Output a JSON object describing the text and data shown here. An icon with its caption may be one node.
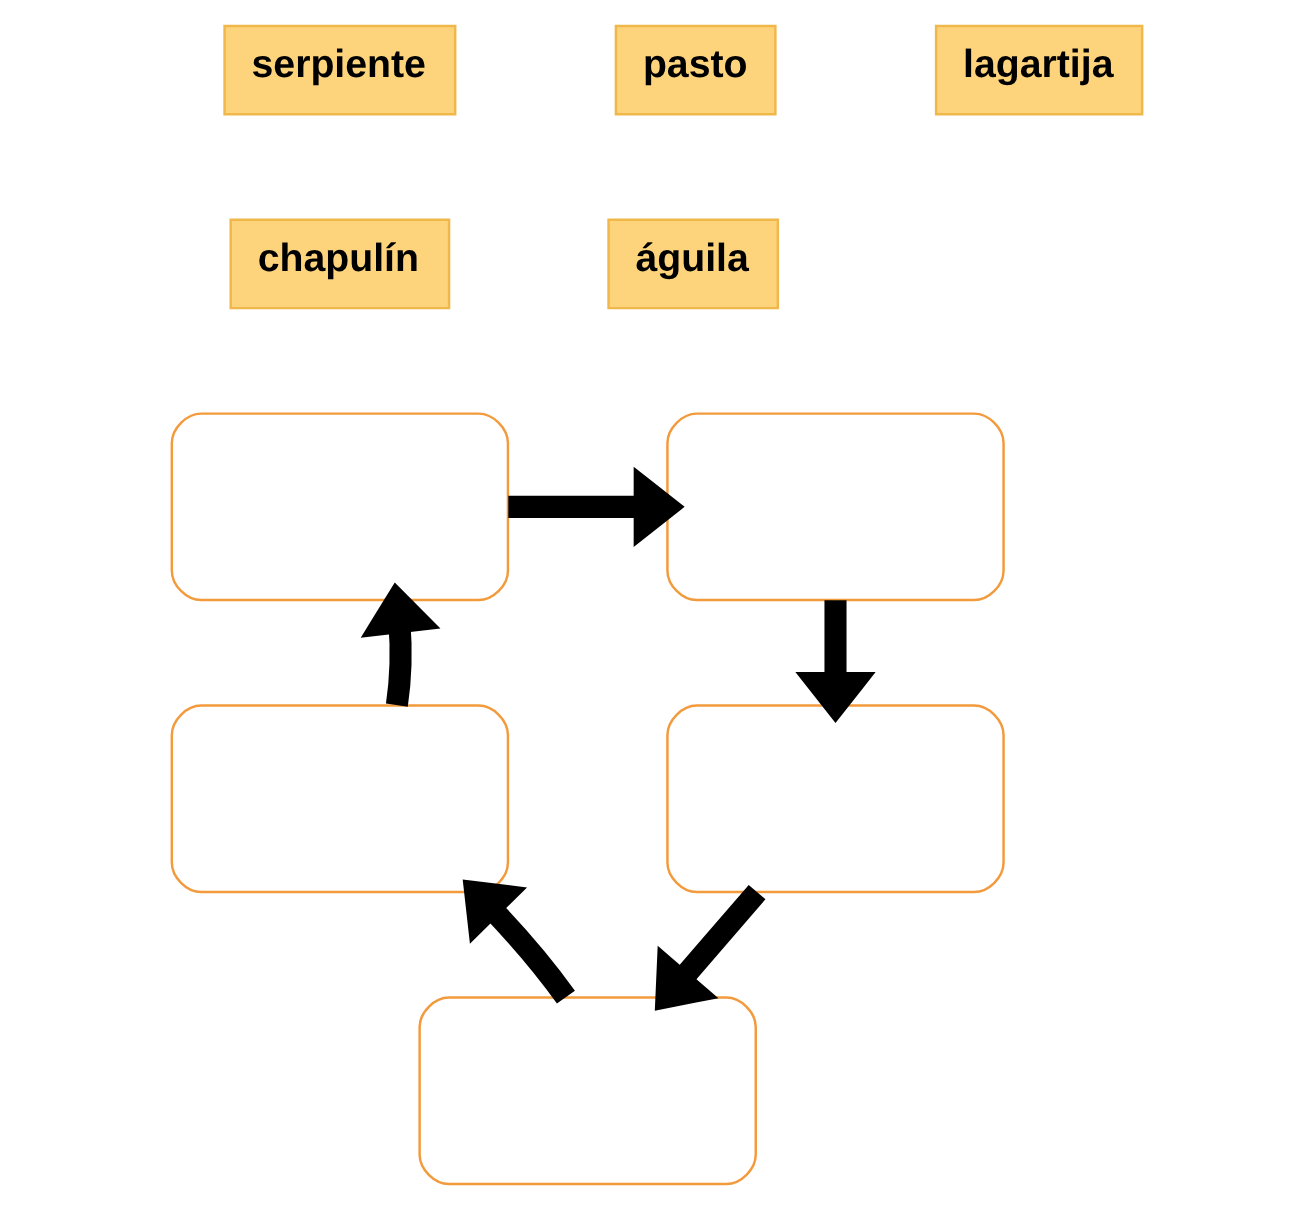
{
  "diagram": {
    "nodes": [
      {
        "text": [
          "serpiente"
        ]
      },
      {
        "text": [
          "pasto"
        ]
      },
      {
        "text": [
          "lagartija"
        ]
      },
      {
        "text": [
          "chapulín"
        ]
      },
      {
        "text": [
          "águila"
        ]
      },
      {
        "text": [],
        "shape": "box"
      },
      {
        "text": [],
        "shape": "box"
      },
      {
        "text": [],
        "shape": "box"
      },
      {
        "text": [],
        "shape": "box"
      },
      {
        "text": [],
        "shape": "box"
      }
    ],
    "edges": [
      {
        "from": 5,
        "to": 6,
        "arrow": "to"
      },
      {
        "from": 6,
        "to": 8,
        "arrow": "to"
      },
      {
        "from": 8,
        "to": 9,
        "arrow": "to"
      },
      {
        "from": 9,
        "to": 7,
        "arrow": "to"
      },
      {
        "from": 7,
        "to": 5,
        "arrow": "to"
      }
    ]
  }
}
